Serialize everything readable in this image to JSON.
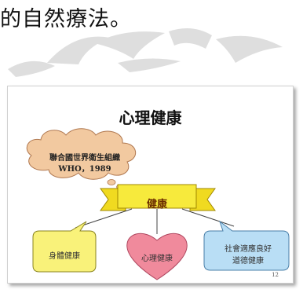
{
  "page": {
    "text_line": "的自然療法。"
  },
  "slide": {
    "title": "心理健康",
    "cloud_line1": "聯合國世界衛生組織",
    "cloud_line2": "WHO，1989",
    "ribbon_label": "健康",
    "body_box": "身體健康",
    "heart_label": "心理健康",
    "social_line1": "社會適應良好",
    "social_line2": "道德健康",
    "page_number": "12"
  },
  "colors": {
    "cloud_fill": "#f2c9a0",
    "ribbon_fill": "#f7ea3c",
    "body_box_fill": "#f9f27a",
    "heart_fill": "#f08a9c",
    "social_box_fill": "#b9def5",
    "watermark": "#d6d6d6"
  }
}
